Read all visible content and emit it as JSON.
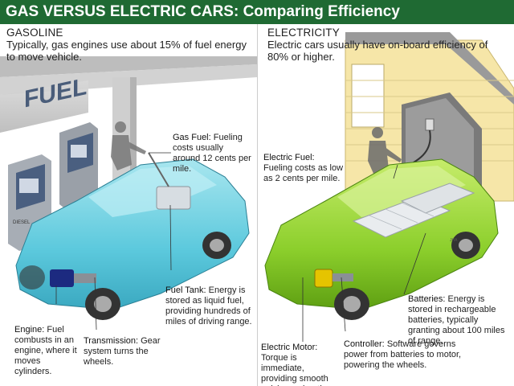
{
  "title": "GAS VERSUS ELECTRIC CARS: Comparing Efficiency",
  "gasoline": {
    "heading": "GASOLINE",
    "subtitle": "Typically, gas engines use about 15% of fuel energy to move vehicle.",
    "sign": "FUEL",
    "pump_label": "DIESEL",
    "labels": {
      "gas_fuel_title": "Gas Fuel:",
      "gas_fuel_text": "Fueling costs usually around 12 cents per mile.",
      "fuel_tank_title": "Fuel Tank:",
      "fuel_tank_text": "Energy is stored as liquid fuel, providing hundreds of miles of driving range.",
      "engine_title": "Engine:",
      "engine_text": "Fuel combusts in an engine, where it moves cylinders.",
      "transmission_title": "Transmission:",
      "transmission_text": "Gear system turns the wheels."
    }
  },
  "electricity": {
    "heading": "ELECTRICITY",
    "subtitle": "Electric cars usually have on-board efficiency of 80% or higher.",
    "labels": {
      "electric_fuel_title": "Electric Fuel:",
      "electric_fuel_text": "Fueling costs as low as 2 cents per mile.",
      "batteries_title": "Batteries:",
      "batteries_text": "Energy is stored in rechargeable batteries, typically granting about 100 miles of range.",
      "motor_title": "Electric Motor:",
      "motor_text": "Torque is immediate, providing smooth quick acceleration.",
      "controller_title": "Controller:",
      "controller_text": "Software governs power from batteries to motor, powering the wheels."
    },
    "signature": "JHA"
  },
  "colors": {
    "title_bar": "#1f6a33",
    "gas_car": "#63cfe0",
    "electric_car": "#8ccf2c",
    "house": "#f6e6a8"
  }
}
